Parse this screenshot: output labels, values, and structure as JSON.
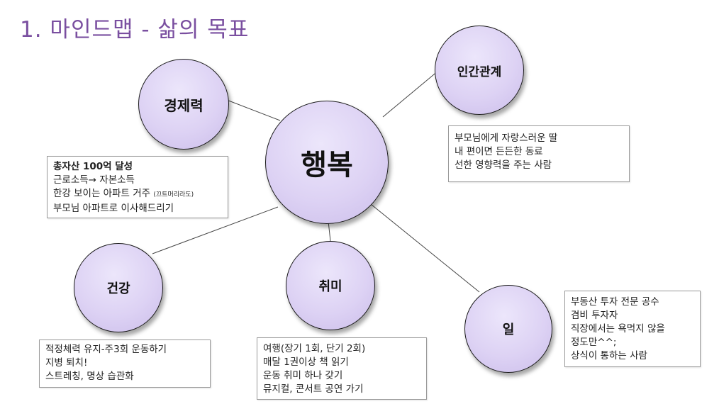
{
  "title": "1. 마인드맵 - 삶의 목표",
  "center": {
    "label": "행복"
  },
  "nodes": {
    "economy": {
      "label": "경제력",
      "lines": [
        {
          "text": "총자산 100억 달성",
          "bold": true
        },
        {
          "text": "근로소득→ 자본소득"
        },
        {
          "text": "한강 보이는 아파트 거주",
          "note": "(끄트머리라도)"
        },
        {
          "text": "부모님 아파트로 이사해드리기"
        }
      ]
    },
    "relations": {
      "label": "인간관계",
      "lines": [
        {
          "text": "부모님에게 자랑스러운 딸"
        },
        {
          "text": "내 편이면 든든한 동료"
        },
        {
          "text": "선한 영향력을 주는 사람"
        }
      ]
    },
    "health": {
      "label": "건강",
      "lines": [
        {
          "text": "적정체력 유지-주3회 운동하기"
        },
        {
          "text": "지병 퇴치!"
        },
        {
          "text": "스트레칭, 명상 습관화"
        }
      ]
    },
    "hobby": {
      "label": "취미",
      "lines": [
        {
          "text": "여행(장기 1회, 단기 2회)"
        },
        {
          "text": "매달 1권이상 책 읽기"
        },
        {
          "text": "운동 취미 하나 갖기"
        },
        {
          "text": "뮤지컬, 콘서트 공연 가기"
        }
      ]
    },
    "work": {
      "label": "일",
      "lines": [
        {
          "text": "부동산 투자 전문 공수"
        },
        {
          "text": "겸비 투자자"
        },
        {
          "text": "직장에서는 욕먹지 않을"
        },
        {
          "text": "정도만^^;"
        },
        {
          "text": "상식이 통하는 사람"
        }
      ]
    }
  }
}
